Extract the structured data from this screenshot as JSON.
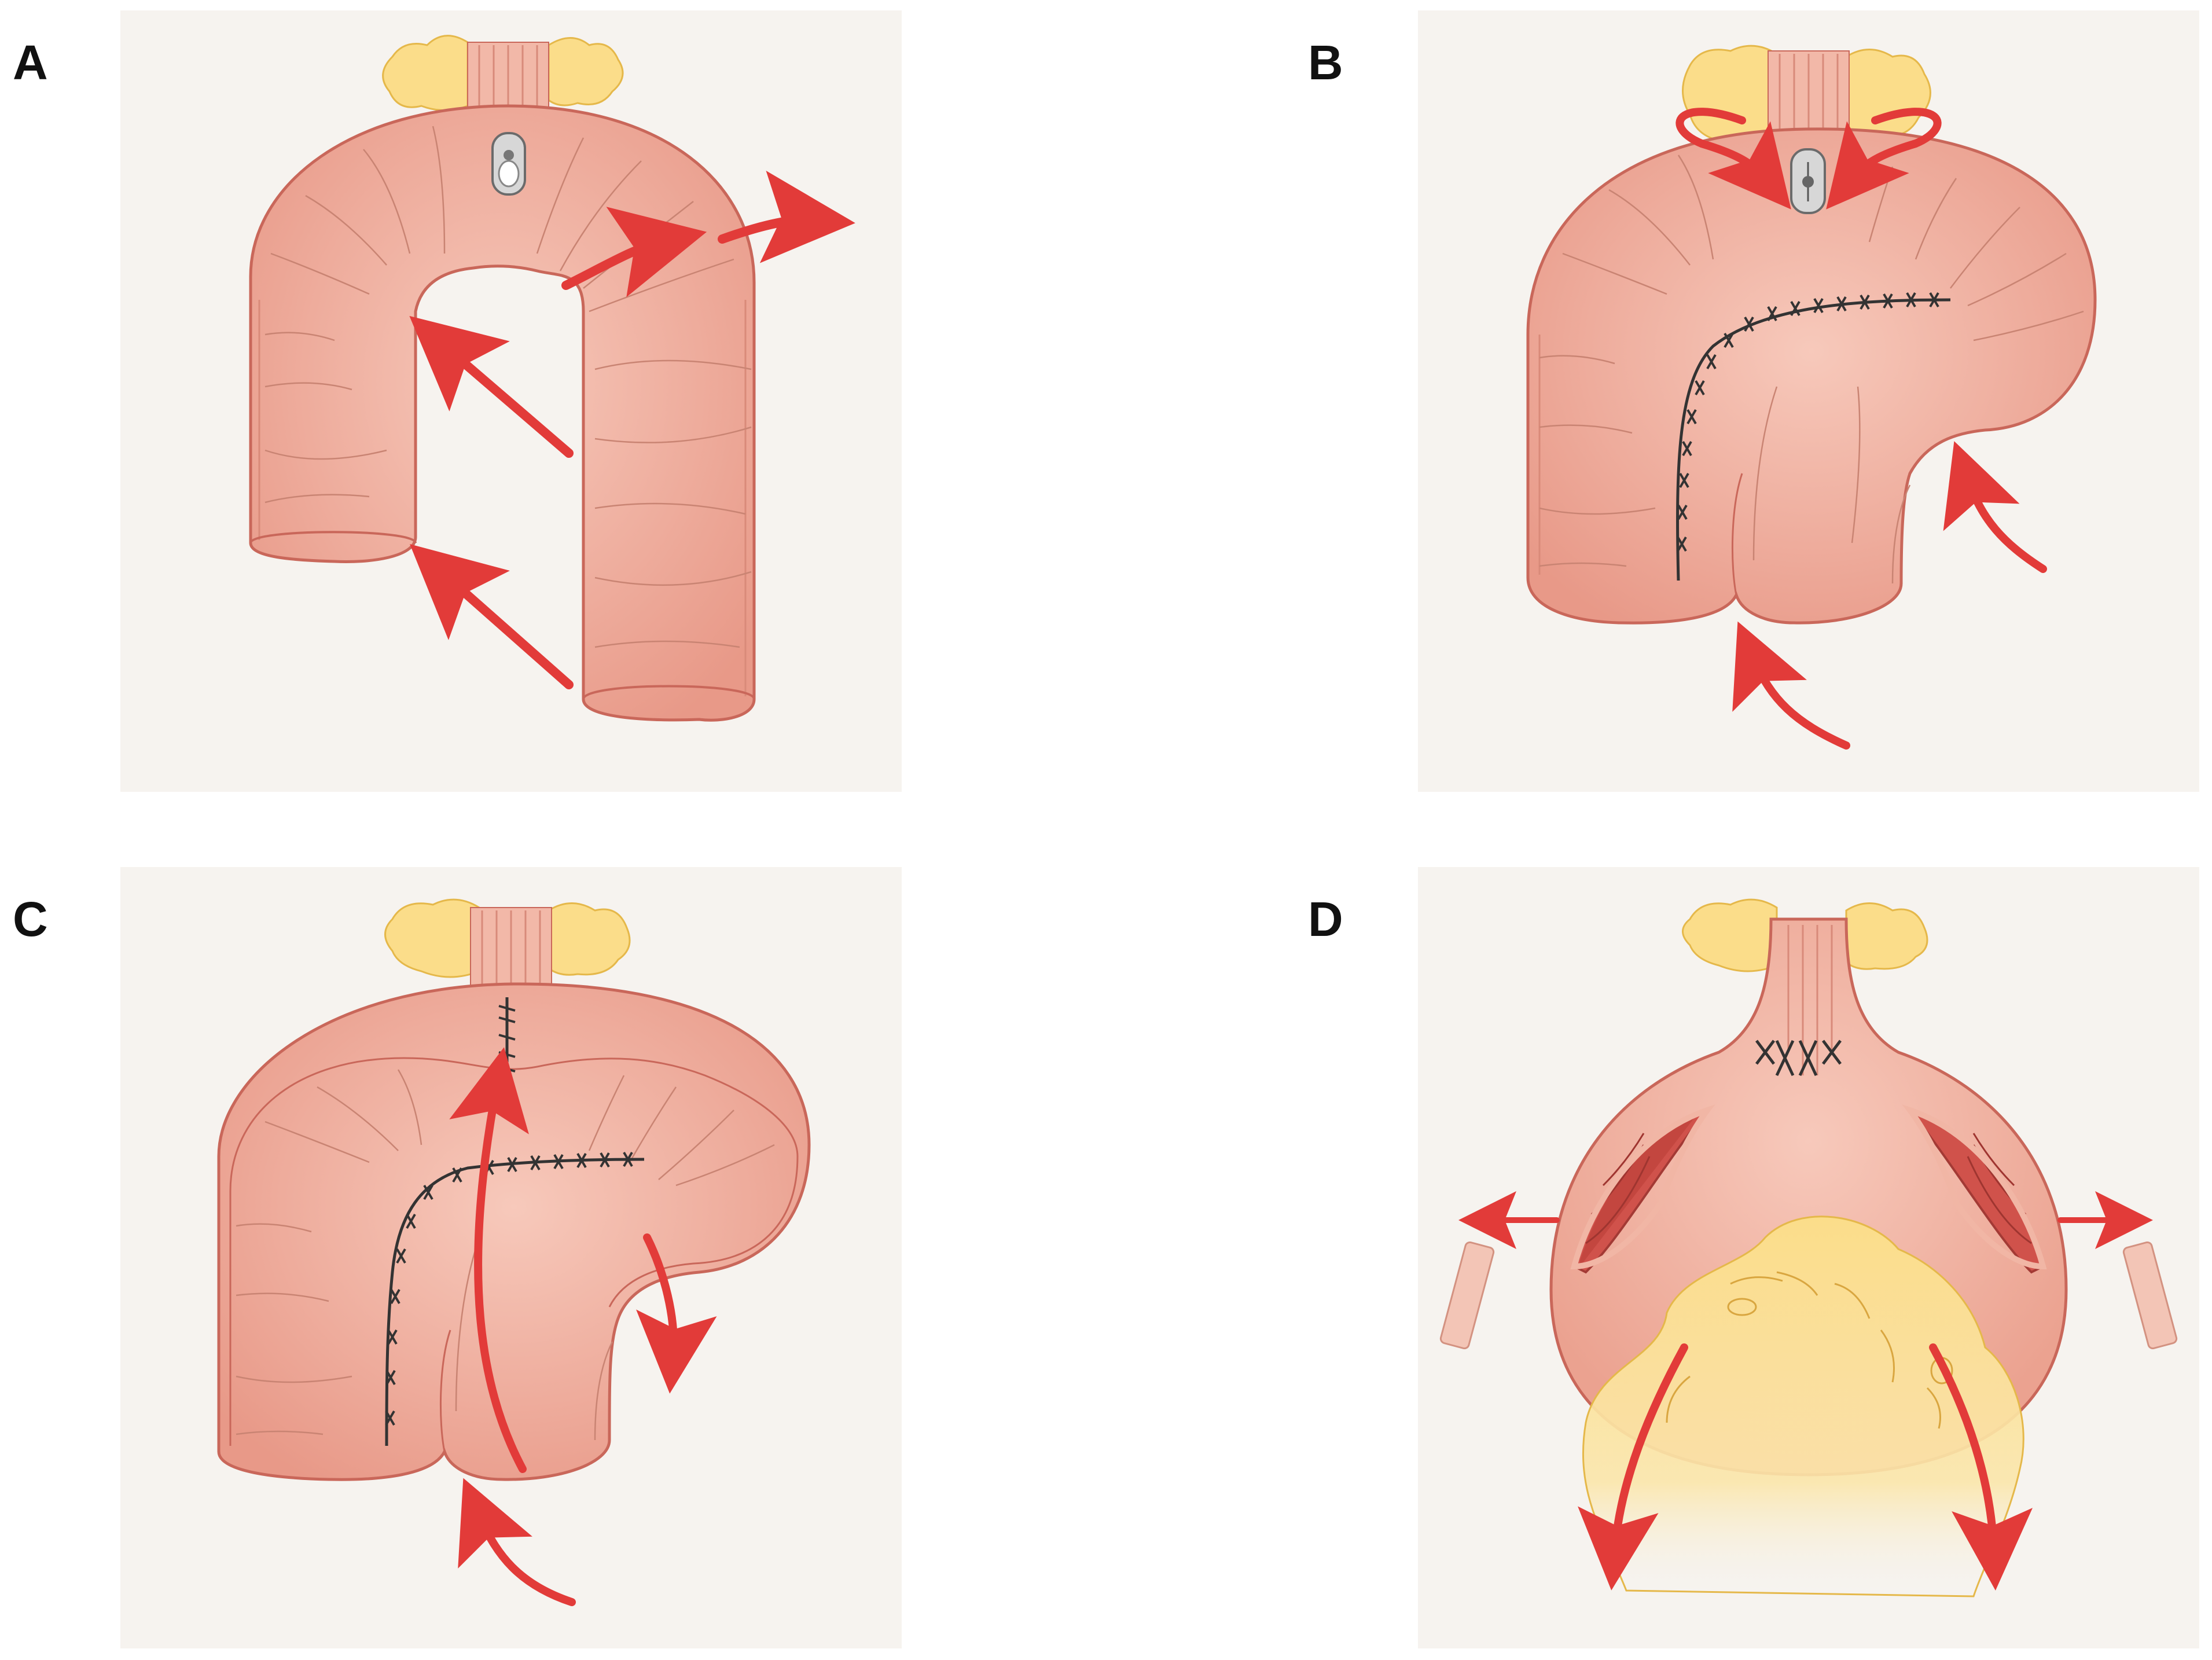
{
  "labels": {
    "a": "A",
    "b": "B",
    "c": "C",
    "d": "D"
  },
  "colors": {
    "panel_bg": "#f6f3ef",
    "tissue_fill": "#eda796",
    "tissue_light": "#f5c4b6",
    "tissue_stroke": "#c9675a",
    "crease": "#c98473",
    "arrow": "#e23b39",
    "suture": "#333333",
    "fat": "#fbdd8a",
    "fat_stroke": "#e5b84a",
    "tube": "#c9c9c9",
    "inner_wall": "#cd4d46"
  },
  "icons": {
    "tube": "feeding-tube-icon",
    "fat": "fat-tissue-icon",
    "arrow": "red-arrow-icon",
    "suture": "suture-line-icon"
  }
}
